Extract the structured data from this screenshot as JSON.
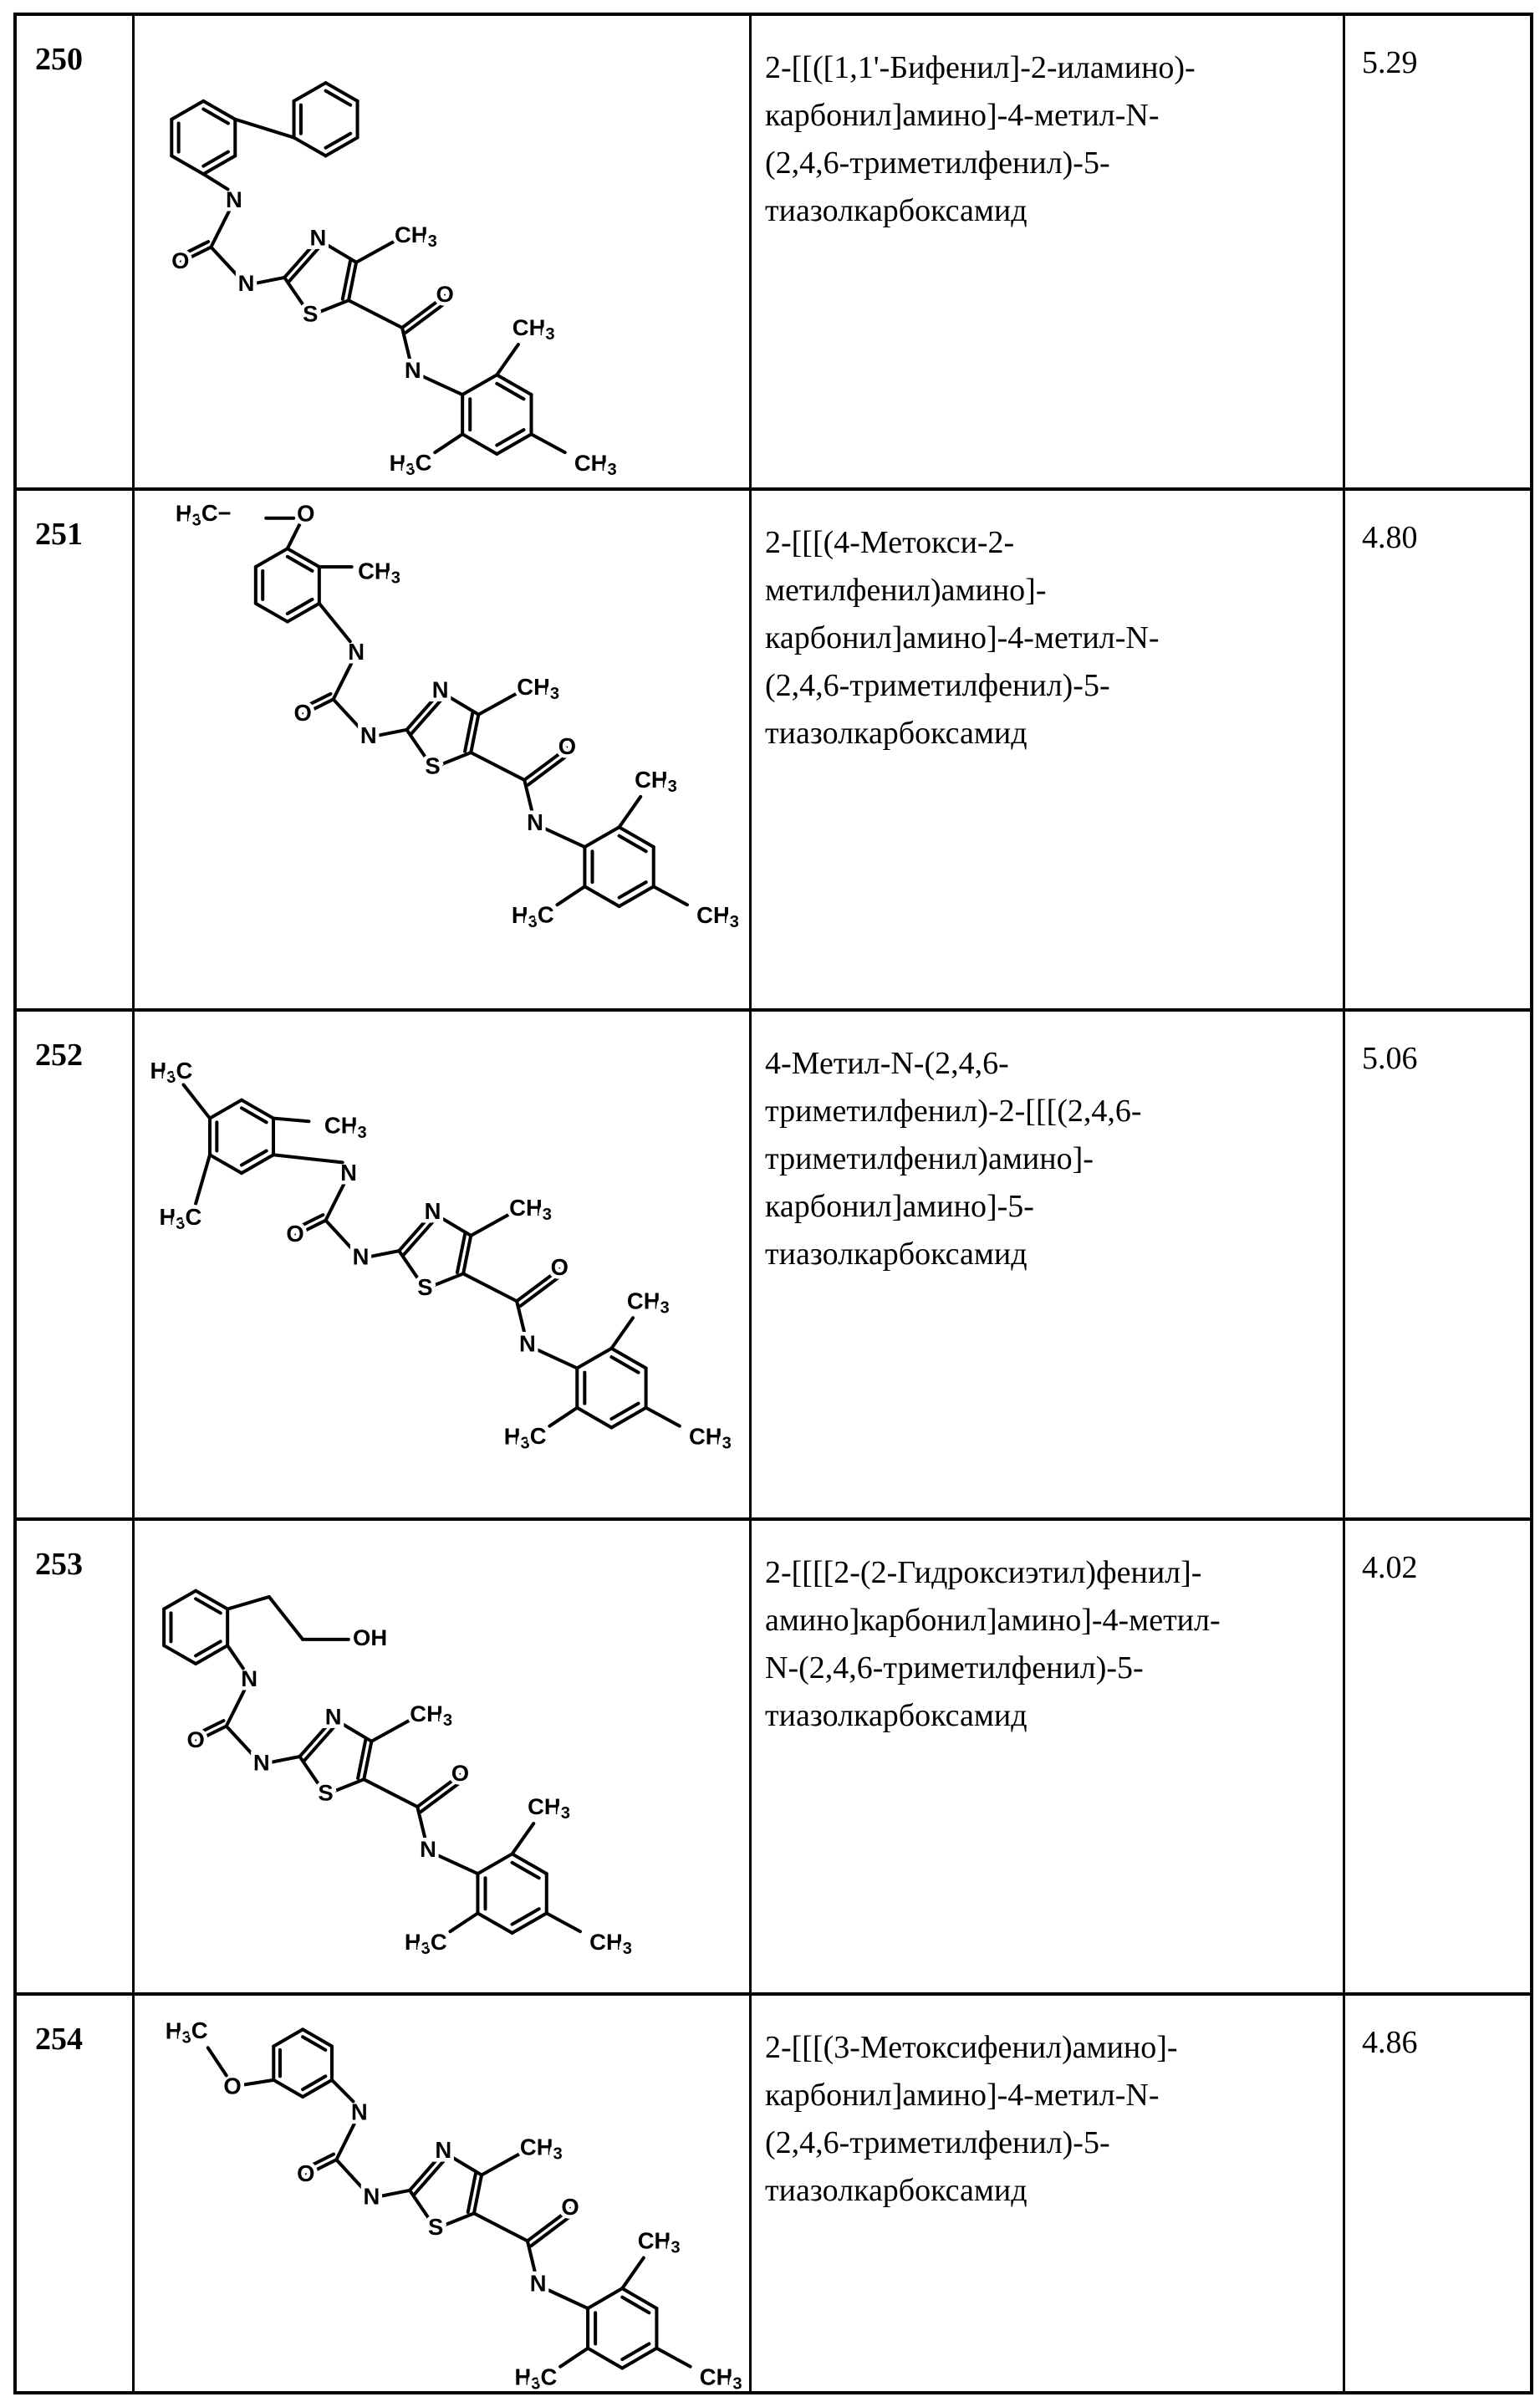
{
  "rows": [
    {
      "number": "250",
      "name_lines": [
        "2-[[([1,1'-Бифенил]-2-иламино)-",
        "карбонил]амино]-4-метил-N-",
        "(2,4,6-триметилфенил)-5-",
        "тиазолкарбоксамид"
      ],
      "value": "5.29"
    },
    {
      "number": "251",
      "name_lines": [
        "2-[[[(4-Метокси-2-",
        "метилфенил)амино]-",
        "карбонил]амино]-4-метил-N-",
        "(2,4,6-триметилфенил)-5-",
        "тиазолкарбоксамид"
      ],
      "value": "4.80"
    },
    {
      "number": "252",
      "name_lines": [
        "4-Метил-N-(2,4,6-",
        "триметилфенил)-2-[[[(2,4,6-",
        "триметилфенил)амино]-",
        "карбонил]амино]-5-",
        "тиазолкарбоксамид"
      ],
      "value": "5.06"
    },
    {
      "number": "253",
      "name_lines": [
        "2-[[[[2-(2-Гидроксиэтил)фенил]-",
        "амино]карбонил]амино]-4-метил-",
        "N-(2,4,6-триметилфенил)-5-",
        "тиазолкарбоксамид"
      ],
      "value": "4.02"
    },
    {
      "number": "254",
      "name_lines": [
        "2-[[[(3-Метоксифенил)амино]-",
        "карбонил]амино]-4-метил-N-",
        "(2,4,6-триметилфенил)-5-",
        "тиазолкарбоксамид"
      ],
      "value": "4.86"
    }
  ]
}
